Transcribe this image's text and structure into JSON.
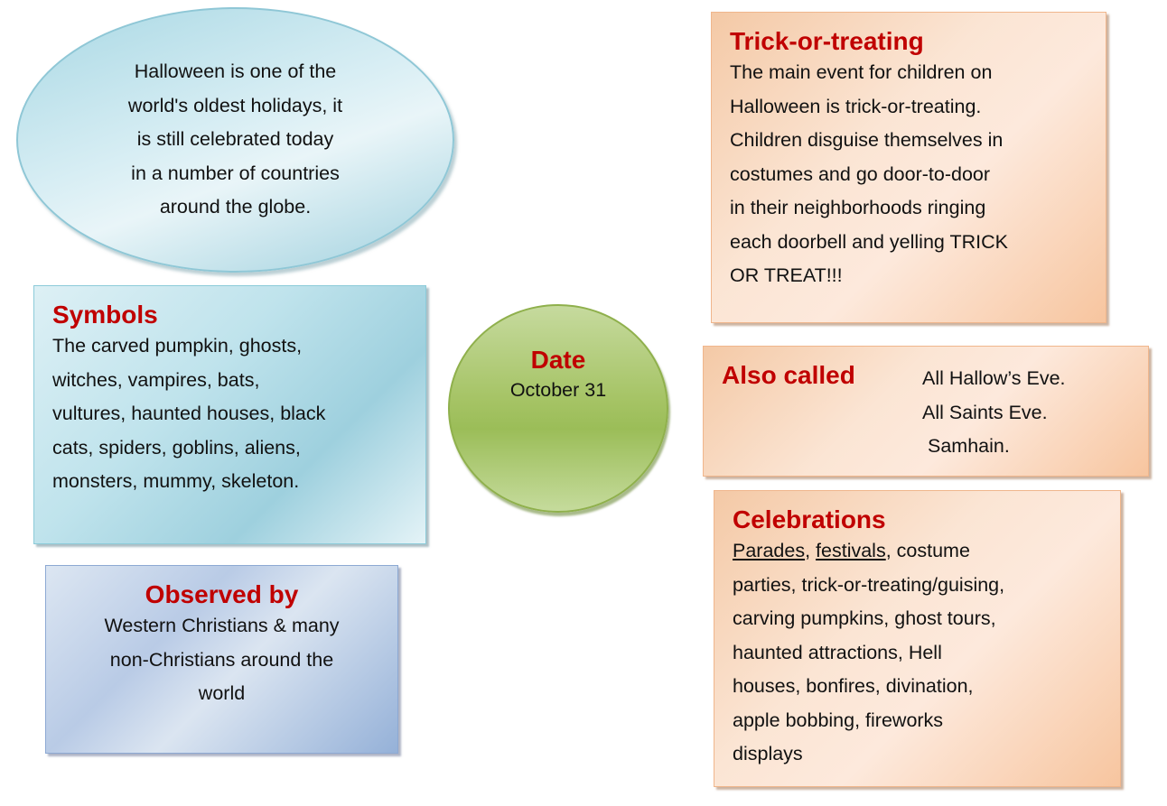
{
  "intro": {
    "lines": [
      "Halloween is one of the",
      "world's oldest holidays, it",
      "is still celebrated today",
      "in a number of countries",
      "around the globe."
    ]
  },
  "symbols": {
    "title": "Symbols",
    "lines": [
      "The carved pumpkin, ghosts,",
      "witches, vampires, bats,",
      "vultures, haunted houses, black",
      "cats, spiders, goblins, aliens,",
      "monsters, mummy, skeleton."
    ]
  },
  "observed": {
    "title": "Observed by",
    "lines": [
      "Western Christians & many",
      "non-Christians around the",
      "world"
    ]
  },
  "date": {
    "title": "Date",
    "value": "October 31"
  },
  "trick": {
    "title": "Trick-or-treating",
    "lines": [
      "The main event for children on",
      "Halloween is trick-or-treating.",
      "Children disguise themselves in",
      "costumes and go door-to-door",
      "in their neighborhoods ringing",
      "each doorbell and yelling TRICK",
      "OR TREAT!!!"
    ]
  },
  "also_called": {
    "title": "Also called",
    "names": [
      "All Hallow’s Eve.",
      "All Saints Eve.",
      "Samhain."
    ]
  },
  "celebrations": {
    "title": "Celebrations",
    "link1": "Parades",
    "sep1": ", ",
    "link2": "festivals",
    "rest1": ", costume",
    "lines": [
      "parties, trick-or-treating/guising,",
      "carving pumpkins, ghost tours,",
      "haunted attractions, Hell",
      "houses, bonfires, divination,",
      "apple bobbing, fireworks",
      "displays"
    ]
  },
  "colors": {
    "title": "#c00000",
    "blue": "#9fd0de",
    "green": "#9bbd58",
    "orange": "#f7c59f"
  }
}
